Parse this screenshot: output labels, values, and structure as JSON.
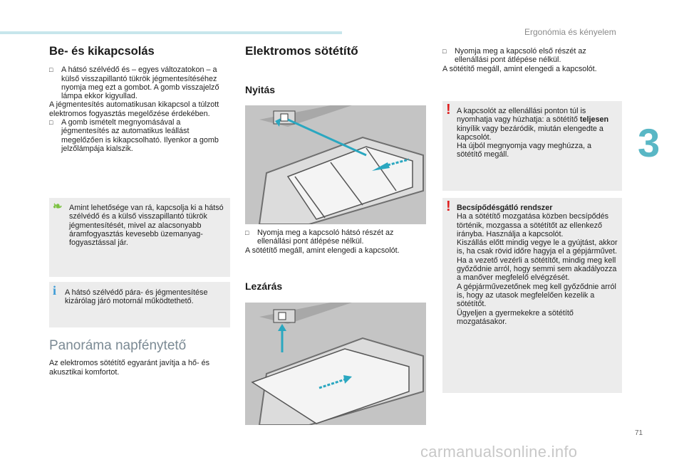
{
  "header": {
    "section": "Ergonómia és kényelem",
    "chapter": "3",
    "page": "71",
    "watermark": "carmanualsonline.info"
  },
  "col1": {
    "title": "Be- és kikapcsolás",
    "b1": "A hátsó szélvédő és – egyes változatokon – a külső visszapillantó tükrök jégmentesítéséhez nyomja meg ezt a gombot. A gomb visszajelző lámpa ekkor kigyullad.",
    "p1": "A jégmentesítés automatikusan kikapcsol a túlzott elektromos fogyasztás megelőzése érdekében.",
    "b2": "A gomb ismételt megnyomásával a jégmentesítés az automatikus leállást megelőzően is kikapcsolható. Ilyenkor a gomb jelzőlámpája kialszik.",
    "eco": "Amint lehetősége van rá, kapcsolja ki a hátsó szélvédő és a külső visszapillantó tükrök jégmentesítését, mivel az alacsonyabb áramfogyasztás kevesebb üzemanyag-fogyasztással jár.",
    "info": "A hátsó szélvédő pára- és jégmentesítése kizárólag járó motornál működtethető.",
    "pano_title": "Panoráma napfénytető",
    "pano_text": "Az elektromos sötétítő egyaránt javítja a hő- és akusztikai komfortot."
  },
  "col2": {
    "title": "Elektromos sötétítő",
    "open_title": "Nyitás",
    "open_b": "Nyomja meg a kapcsoló hátsó részét az ellenállási pont átlépése nélkül.",
    "open_p": "A sötétítő megáll, amint elengedi a kapcsolót.",
    "close_title": "Lezárás"
  },
  "col3": {
    "b1": "Nyomja meg a kapcsoló első részét az ellenállási pont átlépése nélkül.",
    "p1": "A sötétítő megáll, amint elengedi a kapcsolót.",
    "w1_a": "A kapcsolót az ellenállási ponton túl is nyomhatja vagy húzhatja: a sötétítő",
    "w1_bold": "teljesen",
    "w1_b": "kinyílik vagy bezáródik, miután elengedte a kapcsolót.",
    "w1_c": "Ha újból megnyomja vagy meghúzza, a sötétítő megáll.",
    "w2_title": "Becsípődésgátló rendszer",
    "w2_text": "Ha a sötétítő mozgatása közben becsípődés történik, mozgassa a sötétítőt az ellenkező irányba. Használja a kapcsolót.",
    "w2_text2": "Kiszállás előtt mindig vegye le a gyújtást, akkor is, ha csak rövid időre hagyja el a gépjárművet.",
    "w2_text3": "Ha a vezető vezérli a sötétítőt, mindig meg kell győződnie arról, hogy semmi sem akadályozza a manőver megfelelő elvégzését.",
    "w2_text4": "A gépjárművezetőnek meg kell győződnie arról is, hogy az utasok megfelelően kezelik a sötétítőt.",
    "w2_text5": "Ügyeljen a gyermekekre a sötétítő mozgatásakor."
  },
  "colors": {
    "accent": "#59b7c5",
    "box_bg": "#ececec",
    "arrow": "#2aa7c0",
    "warn": "#e02020",
    "eco": "#7cc242",
    "info": "#3d9bd6"
  },
  "icons": {
    "bullet": "checkbox-bullet-icon",
    "eco": "leaf-icon",
    "info": "info-icon",
    "warning": "exclamation-icon"
  }
}
